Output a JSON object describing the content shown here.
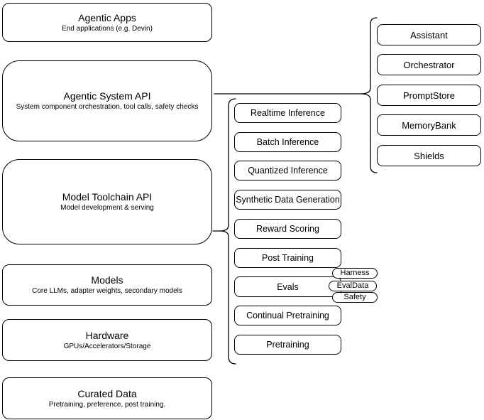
{
  "left_stack": [
    {
      "title": "Agentic Apps",
      "subtitle": "End applications (e.g. Devin)"
    },
    {
      "title": "Agentic System API",
      "subtitle": "System component orchestration, tool calls, safety checks"
    },
    {
      "title": "Model Toolchain API",
      "subtitle": "Model development & serving"
    },
    {
      "title": "Models",
      "subtitle": "Core LLMs, adapter weights, secondary models"
    },
    {
      "title": "Hardware",
      "subtitle": "GPUs/Accelerators/Storage"
    },
    {
      "title": "Curated Data",
      "subtitle": "Pretraining, preference, post training."
    }
  ],
  "toolchain": {
    "items": [
      "Realtime Inference",
      "Batch Inference",
      "Quantized Inference",
      "Synthetic Data Generation",
      "Reward Scoring",
      "Post Training",
      "Evals",
      "Continual Pretraining",
      "Pretraining"
    ],
    "eval_tags": [
      "Harness",
      "EvalData",
      "Safety"
    ]
  },
  "system_components": [
    "Assistant",
    "Orchestrator",
    "PromptStore",
    "MemoryBank",
    "Shields"
  ],
  "colors": {
    "stroke": "#000000",
    "fill": "#ffffff",
    "background": "#ffffff",
    "text": "#000000"
  }
}
